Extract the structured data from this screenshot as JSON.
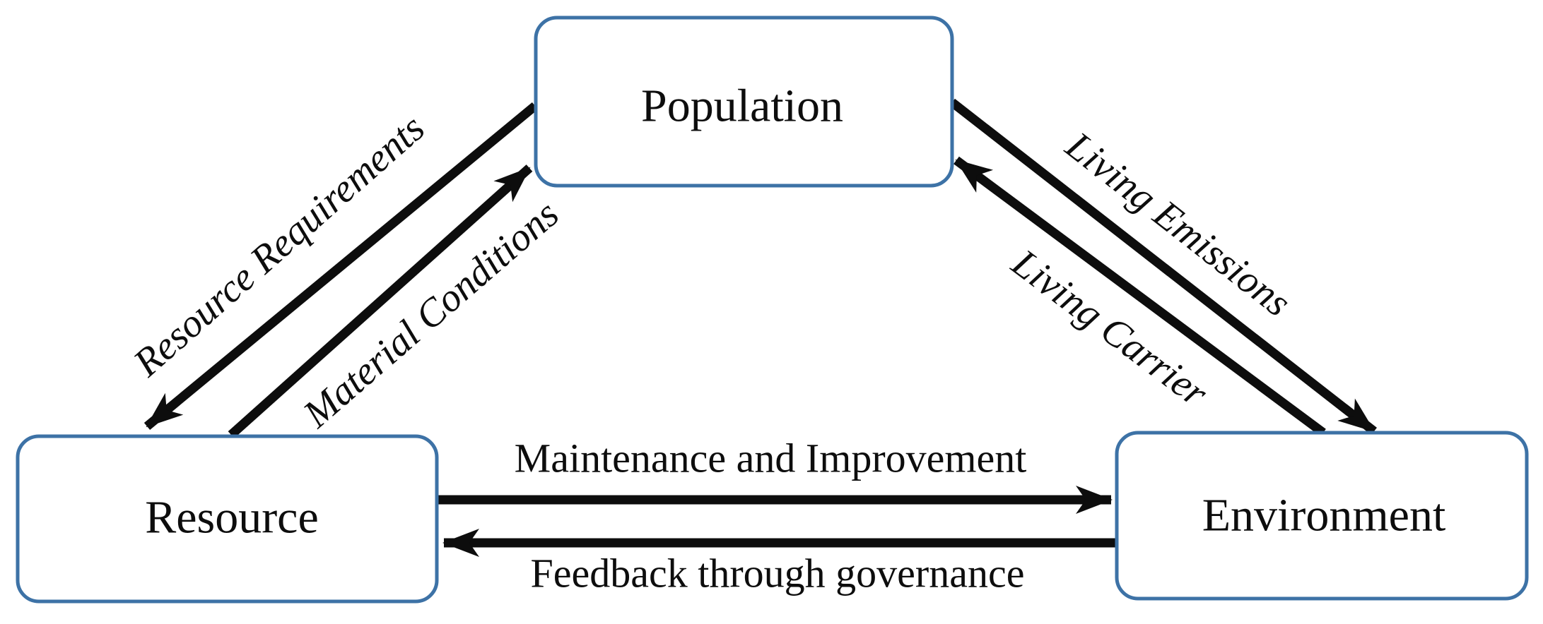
{
  "diagram_type": "flow-diagram",
  "nodes": {
    "population": {
      "label": "Population"
    },
    "resource": {
      "label": "Resource"
    },
    "environment": {
      "label": "Environment"
    }
  },
  "edges": {
    "resource_requirements": {
      "label": "Resource Requirements",
      "from": "Population",
      "to": "Resource"
    },
    "material_conditions": {
      "label": "Material Conditions",
      "from": "Resource",
      "to": "Population"
    },
    "living_emissions": {
      "label": "Living Emissions",
      "from": "Population",
      "to": "Environment"
    },
    "living_carrier": {
      "label": "Living Carrier",
      "from": "Environment",
      "to": "Population"
    },
    "maintenance_and_improvement": {
      "label": "Maintenance and Improvement",
      "from": "Resource",
      "to": "Environment"
    },
    "feedback_through_governance": {
      "label": "Feedback through governance",
      "from": "Environment",
      "to": "Resource"
    }
  },
  "colors": {
    "box_border": "#3d72a6",
    "box_fill": "#ffffff",
    "arrow": "#0d0d0d",
    "text": "#0d0d0d",
    "background": "#ffffff"
  }
}
